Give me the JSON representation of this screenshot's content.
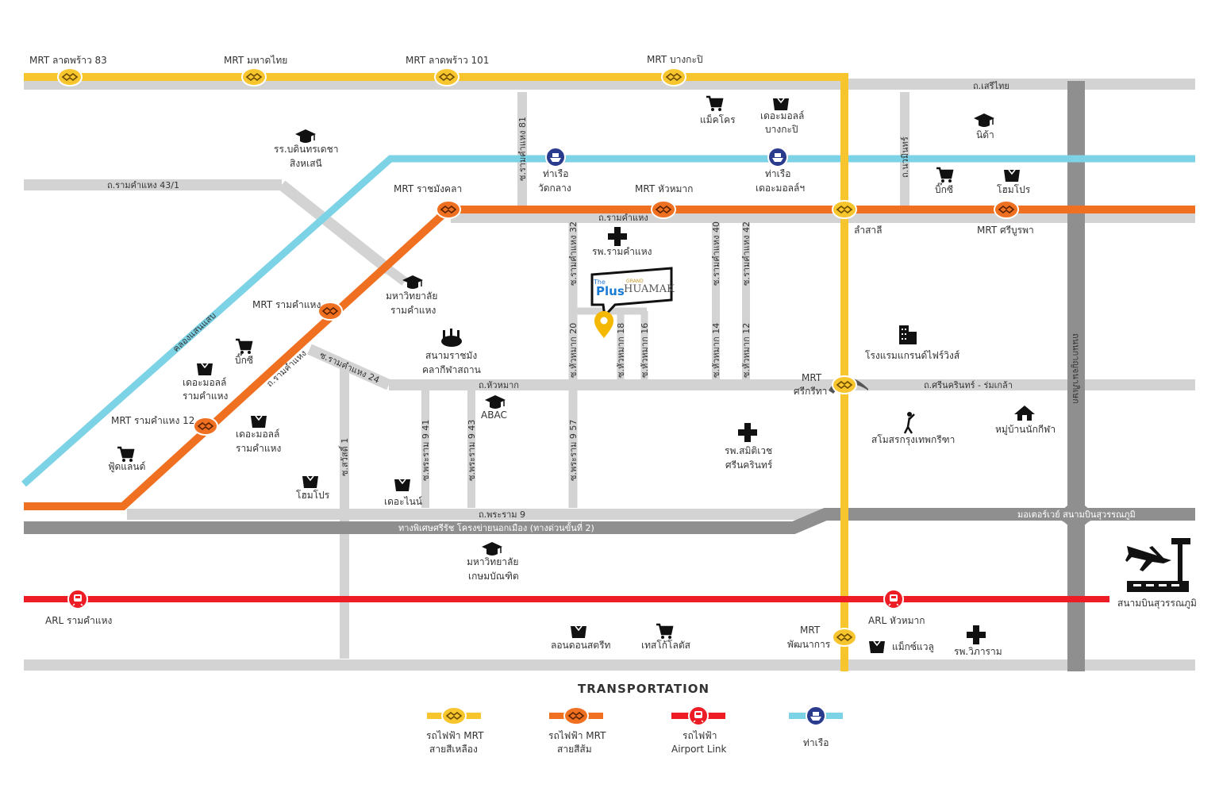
{
  "colors": {
    "yellow_line": "#f7c62f",
    "orange_line": "#f07021",
    "red_line": "#ee1c25",
    "boat_line": "#7dd3e6",
    "road": "#d3d3d3",
    "expressway": "#8f8f8f",
    "pin": "#f5b800",
    "boat_icon": "#2a3a8c"
  },
  "stations": {
    "lat83": "MRT ลาดพร้าว 83",
    "mahadthai": "MRT มหาดไทย",
    "lat101": "MRT ลาดพร้าว 101",
    "bangkapi": "MRT บางกะปิ",
    "rajamangala": "MRT ราชมังคลา",
    "huamak": "MRT หัวหมาก",
    "lamsali": "ลำสาลี",
    "sriburapha": "MRT ศรีบูรพา",
    "ramkhamhaeng": "MRT รามคำแหง",
    "ramkhamhaeng12": "MRT รามคำแหง 12",
    "srikritha_1": "MRT",
    "srikritha_2": "ศรีกรีทา",
    "phatthanakan_1": "MRT",
    "phatthanakan_2": "พัฒนาการ",
    "arl_ramkhamhaeng": "ARL รามคำแหง",
    "arl_huamak": "ARL หัวหมาก"
  },
  "piers": {
    "watklang_1": "ท่าเรือ",
    "watklang_2": "วัดกลาง",
    "themall_1": "ท่าเรือ",
    "themall_2": "เดอะมอลล์ฯ"
  },
  "roads": {
    "serithai": "ถ.เสรีไทย",
    "ram43_1": "ถ.รามคำแหง 43/1",
    "ram81": "ซ.รามคำแหง 81",
    "nawamin": "ถ.นวมินทร์",
    "ramkhamhaeng": "ถ.รามคำแหง",
    "ram32": "ซ.รามคำแหง 32",
    "ram40": "ซ.รามคำแหง 40",
    "ram42": "ซ.รามคำแหง 42",
    "ram20": "ซ.หัวหมาก 20",
    "huamak18": "ซ.หัวหมาก 18",
    "huamak16": "ซ.หัวหมาก 16",
    "huamak14": "ซ.หัวหมาก 14",
    "huamak12": "ซ.หัวหมาก 12",
    "ram24": "ซ.รามคำแหง 24",
    "ram_diag": "ถ.รามคำแหง",
    "canal": "คลองแสนแสบ",
    "huamak": "ถ.หัวหมาก",
    "srinakarin": "ถ.ศรีนครินทร์ - ร่มเกล้า",
    "kanchanaphisek": "ถนนกาญจนาภิเษก",
    "sawasdi1": "ซ.สวัสดิ์ 1",
    "pra41": "ซ.พระราม 9 41",
    "pra43": "ซ.พระราม 9 43",
    "pra57": "ซ.พระราม 9 57",
    "rama9": "ถ.พระราม 9",
    "expressway": "ทางพิเศษศรีรัช โครงข่ายนอกเมือง (ทางด่วนขั้นที่ 2)",
    "motorway": "มอเตอร์เวย์ สนามบินสุวรรณภูมิ"
  },
  "places": {
    "makro": "แม็คโคร",
    "themall_bangkapi_1": "เดอะมอลล์",
    "themall_bangkapi_2": "บางกะปิ",
    "nida": "นิด้า",
    "bodindecha_1": "รร.บดินทรเดชา",
    "bodindecha_2": "สิงหเสนี",
    "bigc_nawamin": "บิ๊กซี",
    "homepro_nawamin": "โฮมโปร",
    "ram_hospital": "รพ.รามคำแหง",
    "ram_univ_1": "มหาวิทยาลัย",
    "ram_univ_2": "รามคำแหง",
    "stadium_1": "สนามราชมัง",
    "stadium_2": "คลากีฬาสถาน",
    "bigc_ram": "บิ๊กซี",
    "themall_ram1_1": "เดอะมอลล์",
    "themall_ram1_2": "รามคำแหง",
    "themall_ram2_1": "เดอะมอลล์",
    "themall_ram2_2": "รามคำแหง",
    "foodland": "ฟู้ดแลนด์",
    "homepro_ram": "โฮมโปร",
    "thenine": "เดอะไนน์",
    "abac": "ABAC",
    "grand_hotel": "โรงแรมแกรนด์ไฟร์วิงส์",
    "samitivej_1": "รพ.สมิติเวช",
    "samitivej_2": "ศรีนครินทร์",
    "golf": "สโมสรกรุงเทพกรีฑา",
    "sport_village": "หมู่บ้านนักกีฬา",
    "kasem_1": "มหาวิทยาลัย",
    "kasem_2": "เกษมบัณฑิต",
    "london_street": "ลอนดอนสตรีท",
    "lotus": "เทสโก้โลตัส",
    "mega": "แม็กซ์แวลู",
    "vibharam": "รพ.วิภาราม",
    "airport": "สนามบินสุวรรณภูมิ"
  },
  "project": {
    "brand_small": "The",
    "brand": "Plus",
    "brand_tag": "GRAND",
    "name": "HUAMAK"
  },
  "legend": {
    "title": "TRANSPORTATION",
    "yellow_1": "รถไฟฟ้า MRT",
    "yellow_2": "สายสีเหลือง",
    "orange_1": "รถไฟฟ้า MRT",
    "orange_2": "สายสีส้ม",
    "red_1": "รถไฟฟ้า",
    "red_2": "Airport Link",
    "boat": "ท่าเรือ"
  }
}
